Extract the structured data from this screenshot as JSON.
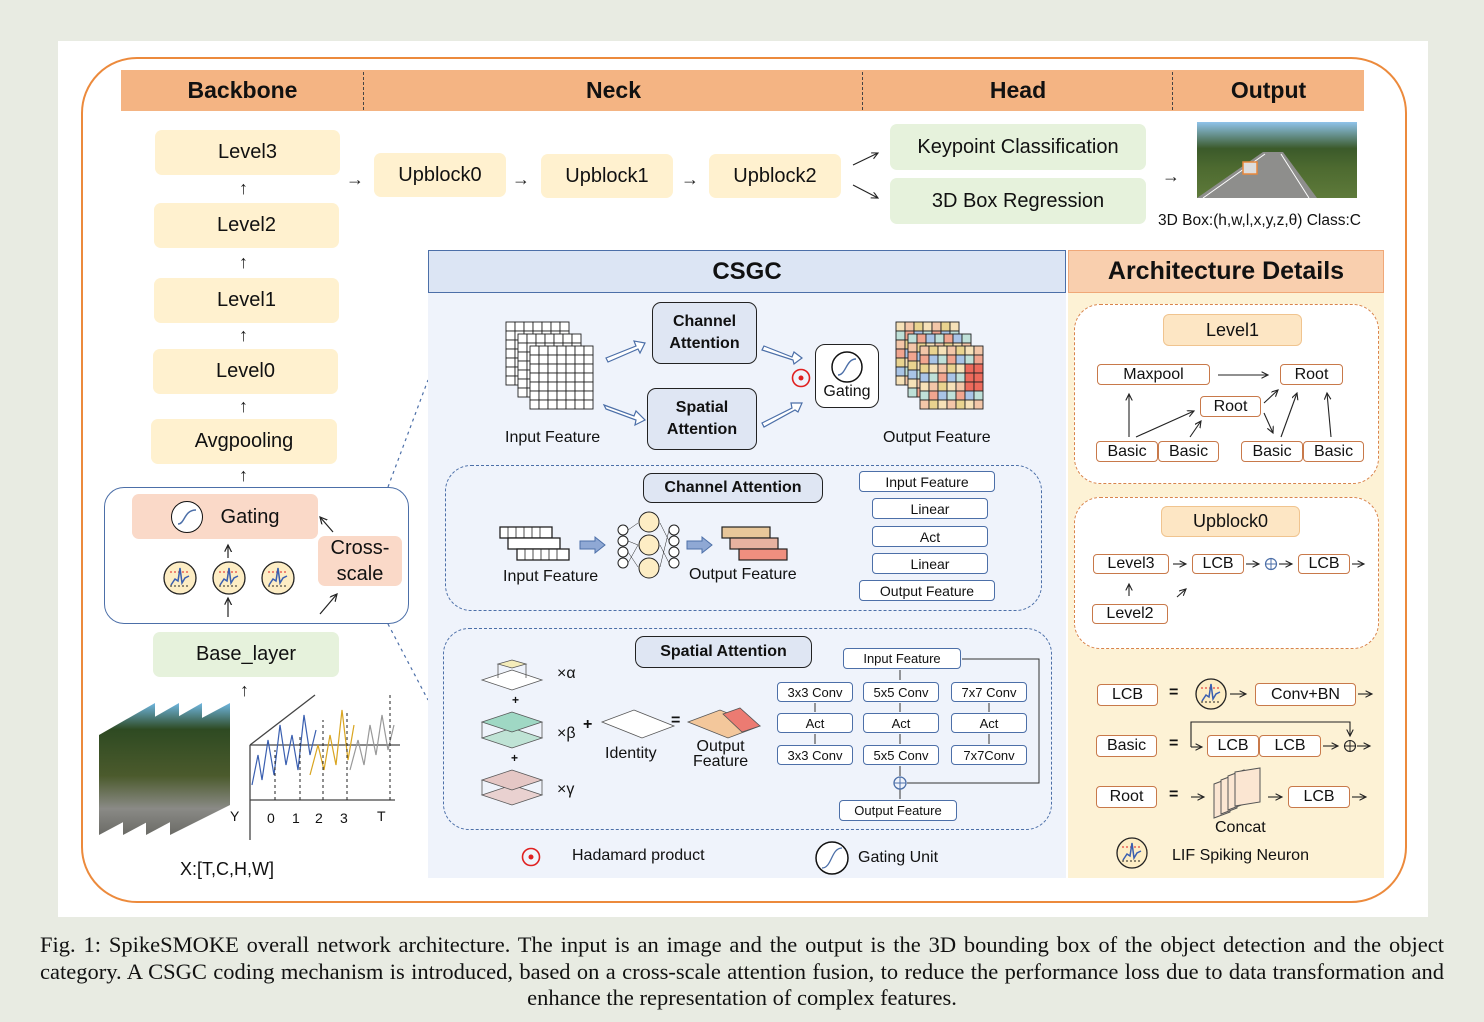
{
  "headers": {
    "backbone": "Backbone",
    "neck": "Neck",
    "head": "Head",
    "output": "Output"
  },
  "backbone": {
    "levels": [
      "Level3",
      "Level2",
      "Level1",
      "Level0",
      "Avgpooling"
    ],
    "gating": "Gating",
    "cross_scale": "Cross-\nscale",
    "cross_scale_l1": "Cross-",
    "cross_scale_l2": "scale",
    "base_layer": "Base_layer",
    "input_label": "X:[T,C,H,W]",
    "axis_y": "Y",
    "axis_t": "T",
    "time_ticks": [
      "0",
      "1",
      "2",
      "3"
    ]
  },
  "neck": {
    "blocks": [
      "Upblock0",
      "Upblock1",
      "Upblock2"
    ]
  },
  "head": {
    "keypoint": "Keypoint Classification",
    "box_regression": "3D Box Regression"
  },
  "output": {
    "label": "3D Box:(h,w,l,x,y,z,θ)  Class:C"
  },
  "csgc": {
    "title": "CSGC",
    "input_feature": "Input Feature",
    "output_feature": "Output Feature",
    "channel_attention_l1": "Channel",
    "channel_attention_l2": "Attention",
    "spatial_attention_l1": "Spatial",
    "spatial_attention_l2": "Attention",
    "gating": "Gating",
    "channel_section": {
      "title": "Channel Attention",
      "input_feature": "Input Feature",
      "output_feature": "Output Feature",
      "pipeline": [
        "Input Feature",
        "Linear",
        "Act",
        "Linear",
        "Output Feature"
      ]
    },
    "spatial_section": {
      "title": "Spatial Attention",
      "alpha": "×α",
      "beta": "×β",
      "gamma": "×γ",
      "plus": "+",
      "equals": "=",
      "identity": "Identity",
      "output_feature_l1": "Output",
      "output_feature_l2": "Feature",
      "pipeline_input": "Input Feature",
      "pipeline_output": "Output Feature",
      "branches": [
        [
          "3x3 Conv",
          "Act",
          "3x3 Conv"
        ],
        [
          "5x5 Conv",
          "Act",
          "5x5 Conv"
        ],
        [
          "7x7 Conv",
          "Act",
          "7x7Conv"
        ]
      ]
    },
    "legend": {
      "hadamard": "Hadamard product",
      "gating_unit": "Gating Unit"
    }
  },
  "architecture": {
    "title": "Architecture Details",
    "level1": {
      "title": "Level1",
      "maxpool": "Maxpool",
      "root": "Root",
      "basic": "Basic"
    },
    "upblock0": {
      "title": "Upblock0",
      "level3": "Level3",
      "level2": "Level2",
      "lcb": "LCB"
    },
    "defs": {
      "lcb": "LCB",
      "basic": "Basic",
      "root": "Root",
      "eq": "=",
      "conv_bn": "Conv+BN",
      "concat": "Concat",
      "lif": "LIF Spiking Neuron"
    }
  },
  "caption": "Fig. 1: SpikeSMOKE overall network architecture. The input is an image and the output is the 3D bounding box of the object detection and the object category. A CSGC coding mechanism is introduced, based on a cross-scale attention fusion, to reduce the performance loss due to data transformation and enhance the representation of complex features.",
  "colors": {
    "header_orange": "#f4b483",
    "frame_orange": "#ec8a3c",
    "yellow_block": "#fff1cf",
    "green_block": "#e6f2dc",
    "pink_block": "#fad9c8",
    "csgc_bg": "#eff3fb",
    "arch_bg": "#fdf2d5",
    "hadamard_red": "#e02020"
  }
}
